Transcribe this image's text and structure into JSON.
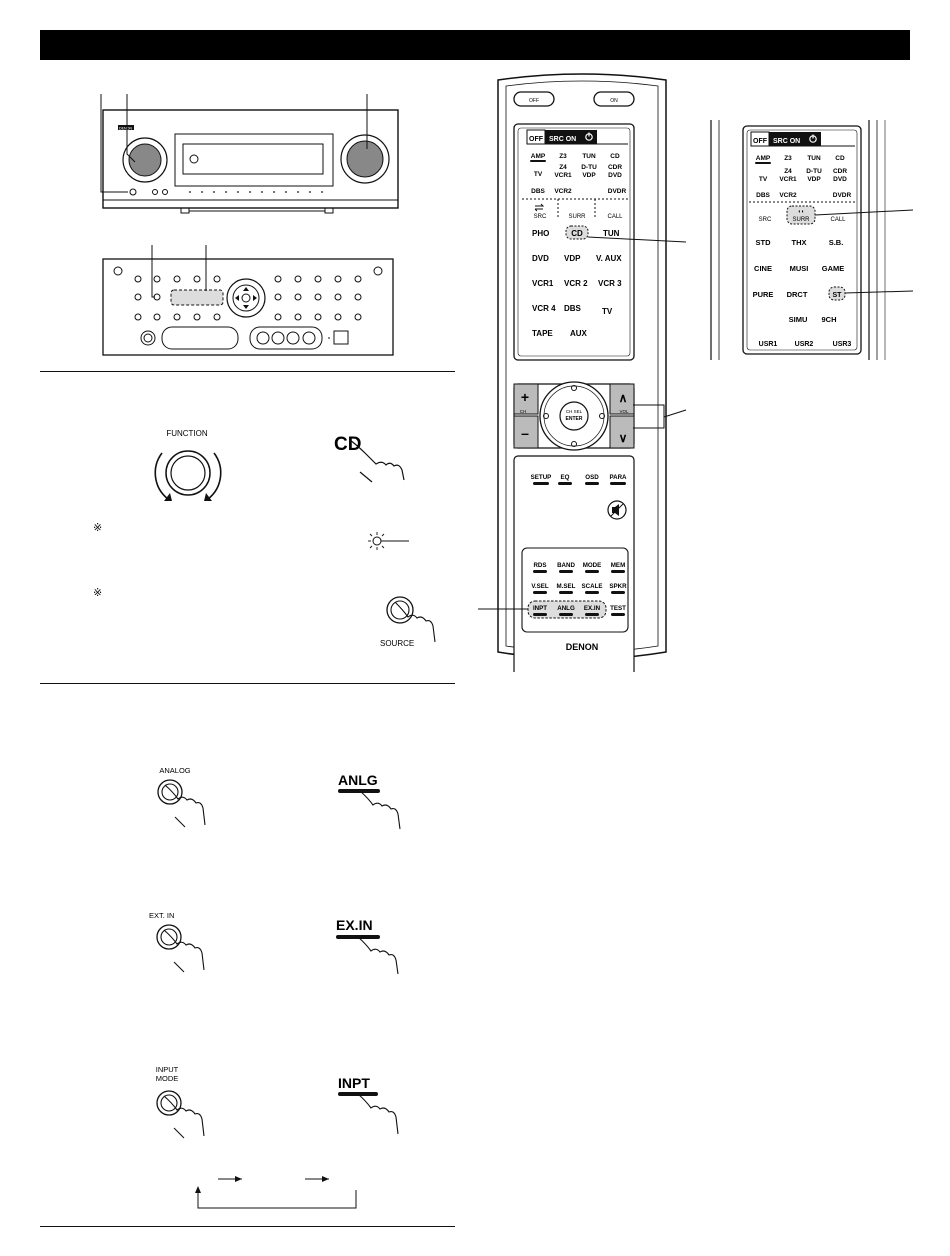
{
  "front_panel": {
    "brand_badge": "DENON"
  },
  "sub_panel": {},
  "steps": {
    "function_knob_label": "FUNCTION",
    "cd_key_label": "CD",
    "note_mark_1": "※",
    "note_mark_2": "※",
    "source_button_label": "SOURCE",
    "analog_button_label": "ANALOG",
    "anlg_key_label": "ANLG",
    "ext_in_button_label": "EXT. IN",
    "exin_key_label": "EX.IN",
    "input_mode_label_line1": "INPUT",
    "input_mode_label_line2": "MODE",
    "inpt_key_label": "INPT"
  },
  "remote": {
    "top_buttons": [
      "OFF",
      "ON"
    ],
    "mode_tabs": {
      "off": "OFF",
      "src_on": "SRC ON"
    },
    "source_grid": [
      [
        "AMP",
        "Z3",
        "TUN",
        "CD"
      ],
      [
        "TV",
        "Z4\nVCR1",
        "D-TU\nVDP",
        "CDR\nDVD"
      ],
      [
        "DBS",
        "VCR2",
        "",
        "DVDR"
      ]
    ],
    "src_label": "SRC",
    "surr_label": "SURR",
    "call_label": "CALL",
    "input_keys": [
      [
        "PHO",
        "CD",
        "TUN"
      ],
      [
        "DVD",
        "VDP",
        "V. AUX"
      ],
      [
        "VCR1",
        "VCR 2",
        "VCR 3"
      ],
      [
        "VCR 4",
        "DBS",
        "TV"
      ],
      [
        "TAPE",
        "AUX",
        ""
      ]
    ],
    "ch_label": "CH",
    "vol_label": "VOL",
    "ch_sel_label": "CH SEL",
    "enter_label": "ENTER",
    "plus": "+",
    "minus": "–",
    "vol_up": "∧",
    "vol_down": "∨",
    "menu_keys": [
      "SETUP",
      "EQ",
      "OSD",
      "PARA"
    ],
    "lower_keys": [
      [
        "RDS",
        "BAND",
        "MODE",
        "MEM"
      ],
      [
        "V.SEL",
        "M.SEL",
        "SCALE",
        "SPKR"
      ],
      [
        "INPT",
        "ANLG",
        "EX.IN",
        "TEST"
      ]
    ],
    "brand": "DENON"
  },
  "remote_detail": {
    "mode_tabs": {
      "off": "OFF",
      "src_on": "SRC ON"
    },
    "source_grid": [
      [
        "AMP",
        "Z3",
        "TUN",
        "CD"
      ],
      [
        "TV",
        "Z4\nVCR1",
        "D-TU\nVDP",
        "CDR\nDVD"
      ],
      [
        "DBS",
        "VCR2",
        "",
        "DVDR"
      ]
    ],
    "src_label": "SRC",
    "surr_label": "SURR",
    "call_label": "CALL",
    "surround_keys": [
      [
        "STD",
        "THX",
        "S.B."
      ],
      [
        "CINE",
        "MUSI",
        "GAME"
      ],
      [
        "PURE",
        "DRCT",
        "ST"
      ],
      [
        "",
        "SIMU",
        "9CH"
      ]
    ],
    "user_keys": [
      "USR1",
      "USR2",
      "USR3"
    ]
  }
}
